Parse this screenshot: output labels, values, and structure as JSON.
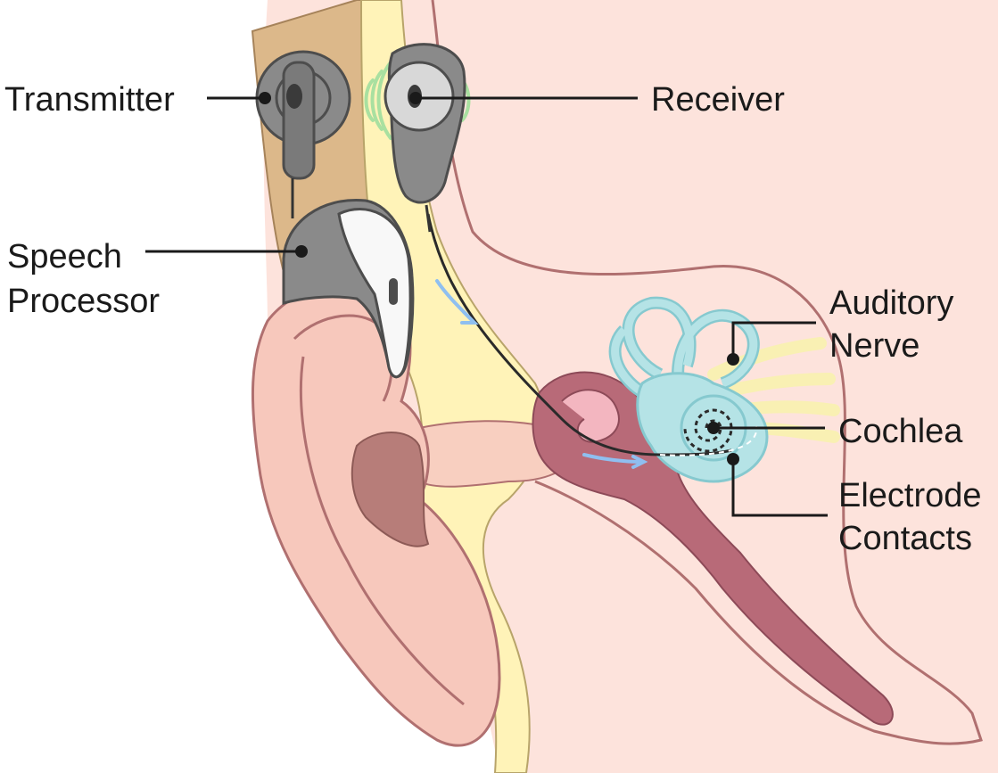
{
  "labels": {
    "transmitter": "Transmitter",
    "receiver": "Receiver",
    "speech_processor_line1": "Speech",
    "speech_processor_line2": "Processor",
    "auditory_nerve_line1": "Auditory",
    "auditory_nerve_line2": "Nerve",
    "cochlea": "Cochlea",
    "electrode_contacts_line1": "Electrode",
    "electrode_contacts_line2": "Contacts"
  },
  "colors": {
    "skin": "#fde3dc",
    "skin_outline": "#b07070",
    "scalp_brown": "#dcb88a",
    "bone_yellow": "#fff3b8",
    "ear_canal": "#f8cfc0",
    "middle_ear": "#b86a78",
    "concha_dark": "#b77d79",
    "cochlea_teal": "#b5e3e6",
    "cochlea_outline": "#86c9cf",
    "device_gray": "#8a8a8a",
    "device_dark": "#4d4d4d",
    "receiver_light": "#d8d8d8",
    "signal_green": "#a9e0a0",
    "arrow_blue": "#8fbff0",
    "nerve_yellow": "#f9f0b3",
    "leader_line": "#1a1a1a"
  }
}
